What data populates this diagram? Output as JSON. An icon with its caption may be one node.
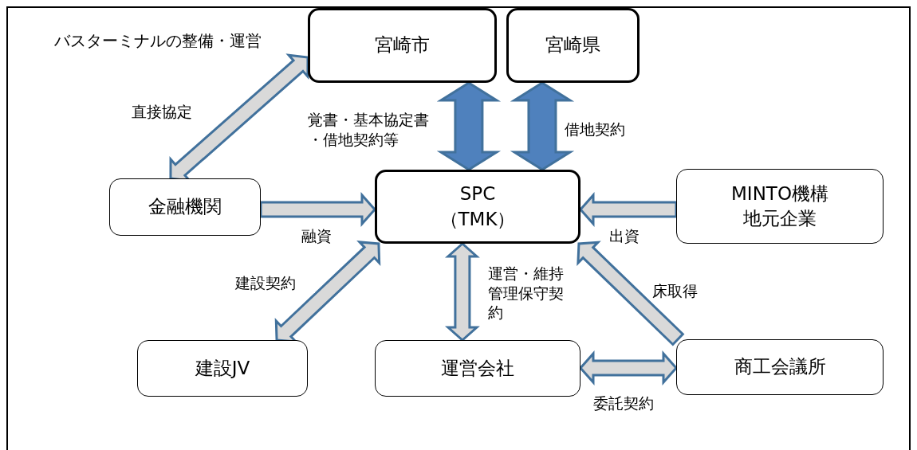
{
  "diagram": {
    "nodes": [
      {
        "text": [
          "宮崎市"
        ]
      },
      {
        "text": [
          "宮崎県"
        ]
      },
      {
        "text": [
          "金融機関"
        ]
      },
      {
        "text": [
          "SPC",
          "（TMK）"
        ]
      },
      {
        "text": [
          "MINTO機構",
          "地元企業"
        ]
      },
      {
        "text": [
          "建設JV"
        ]
      },
      {
        "text": [
          "運営会社"
        ]
      },
      {
        "text": [
          "商工会議所"
        ]
      }
    ],
    "edges": [
      {
        "from": 2,
        "to": 0,
        "arrow": "both",
        "label": "直接協定"
      },
      {
        "from": 0,
        "to": 3,
        "arrow": "both",
        "label": "覚書・基本協定書・借地契約等",
        "style": "thick",
        "color": "#4f81bd"
      },
      {
        "from": 1,
        "to": 3,
        "arrow": "both",
        "label": "借地契約",
        "style": "thick",
        "color": "#4f81bd"
      },
      {
        "from": 2,
        "to": 3,
        "arrow": "to",
        "label": "融資"
      },
      {
        "from": 4,
        "to": 3,
        "arrow": "to",
        "label": "出資"
      },
      {
        "from": 5,
        "to": 3,
        "arrow": "both",
        "label": "建設契約"
      },
      {
        "from": 3,
        "to": 6,
        "arrow": "both",
        "label": "運営・維持管理保守契約"
      },
      {
        "from": 7,
        "to": 3,
        "arrow": "to",
        "label": "床取得"
      },
      {
        "from": 6,
        "to": 7,
        "arrow": "both",
        "label": "委託契約"
      }
    ],
    "labels": [
      "バスターミナルの整備・運営"
    ]
  }
}
